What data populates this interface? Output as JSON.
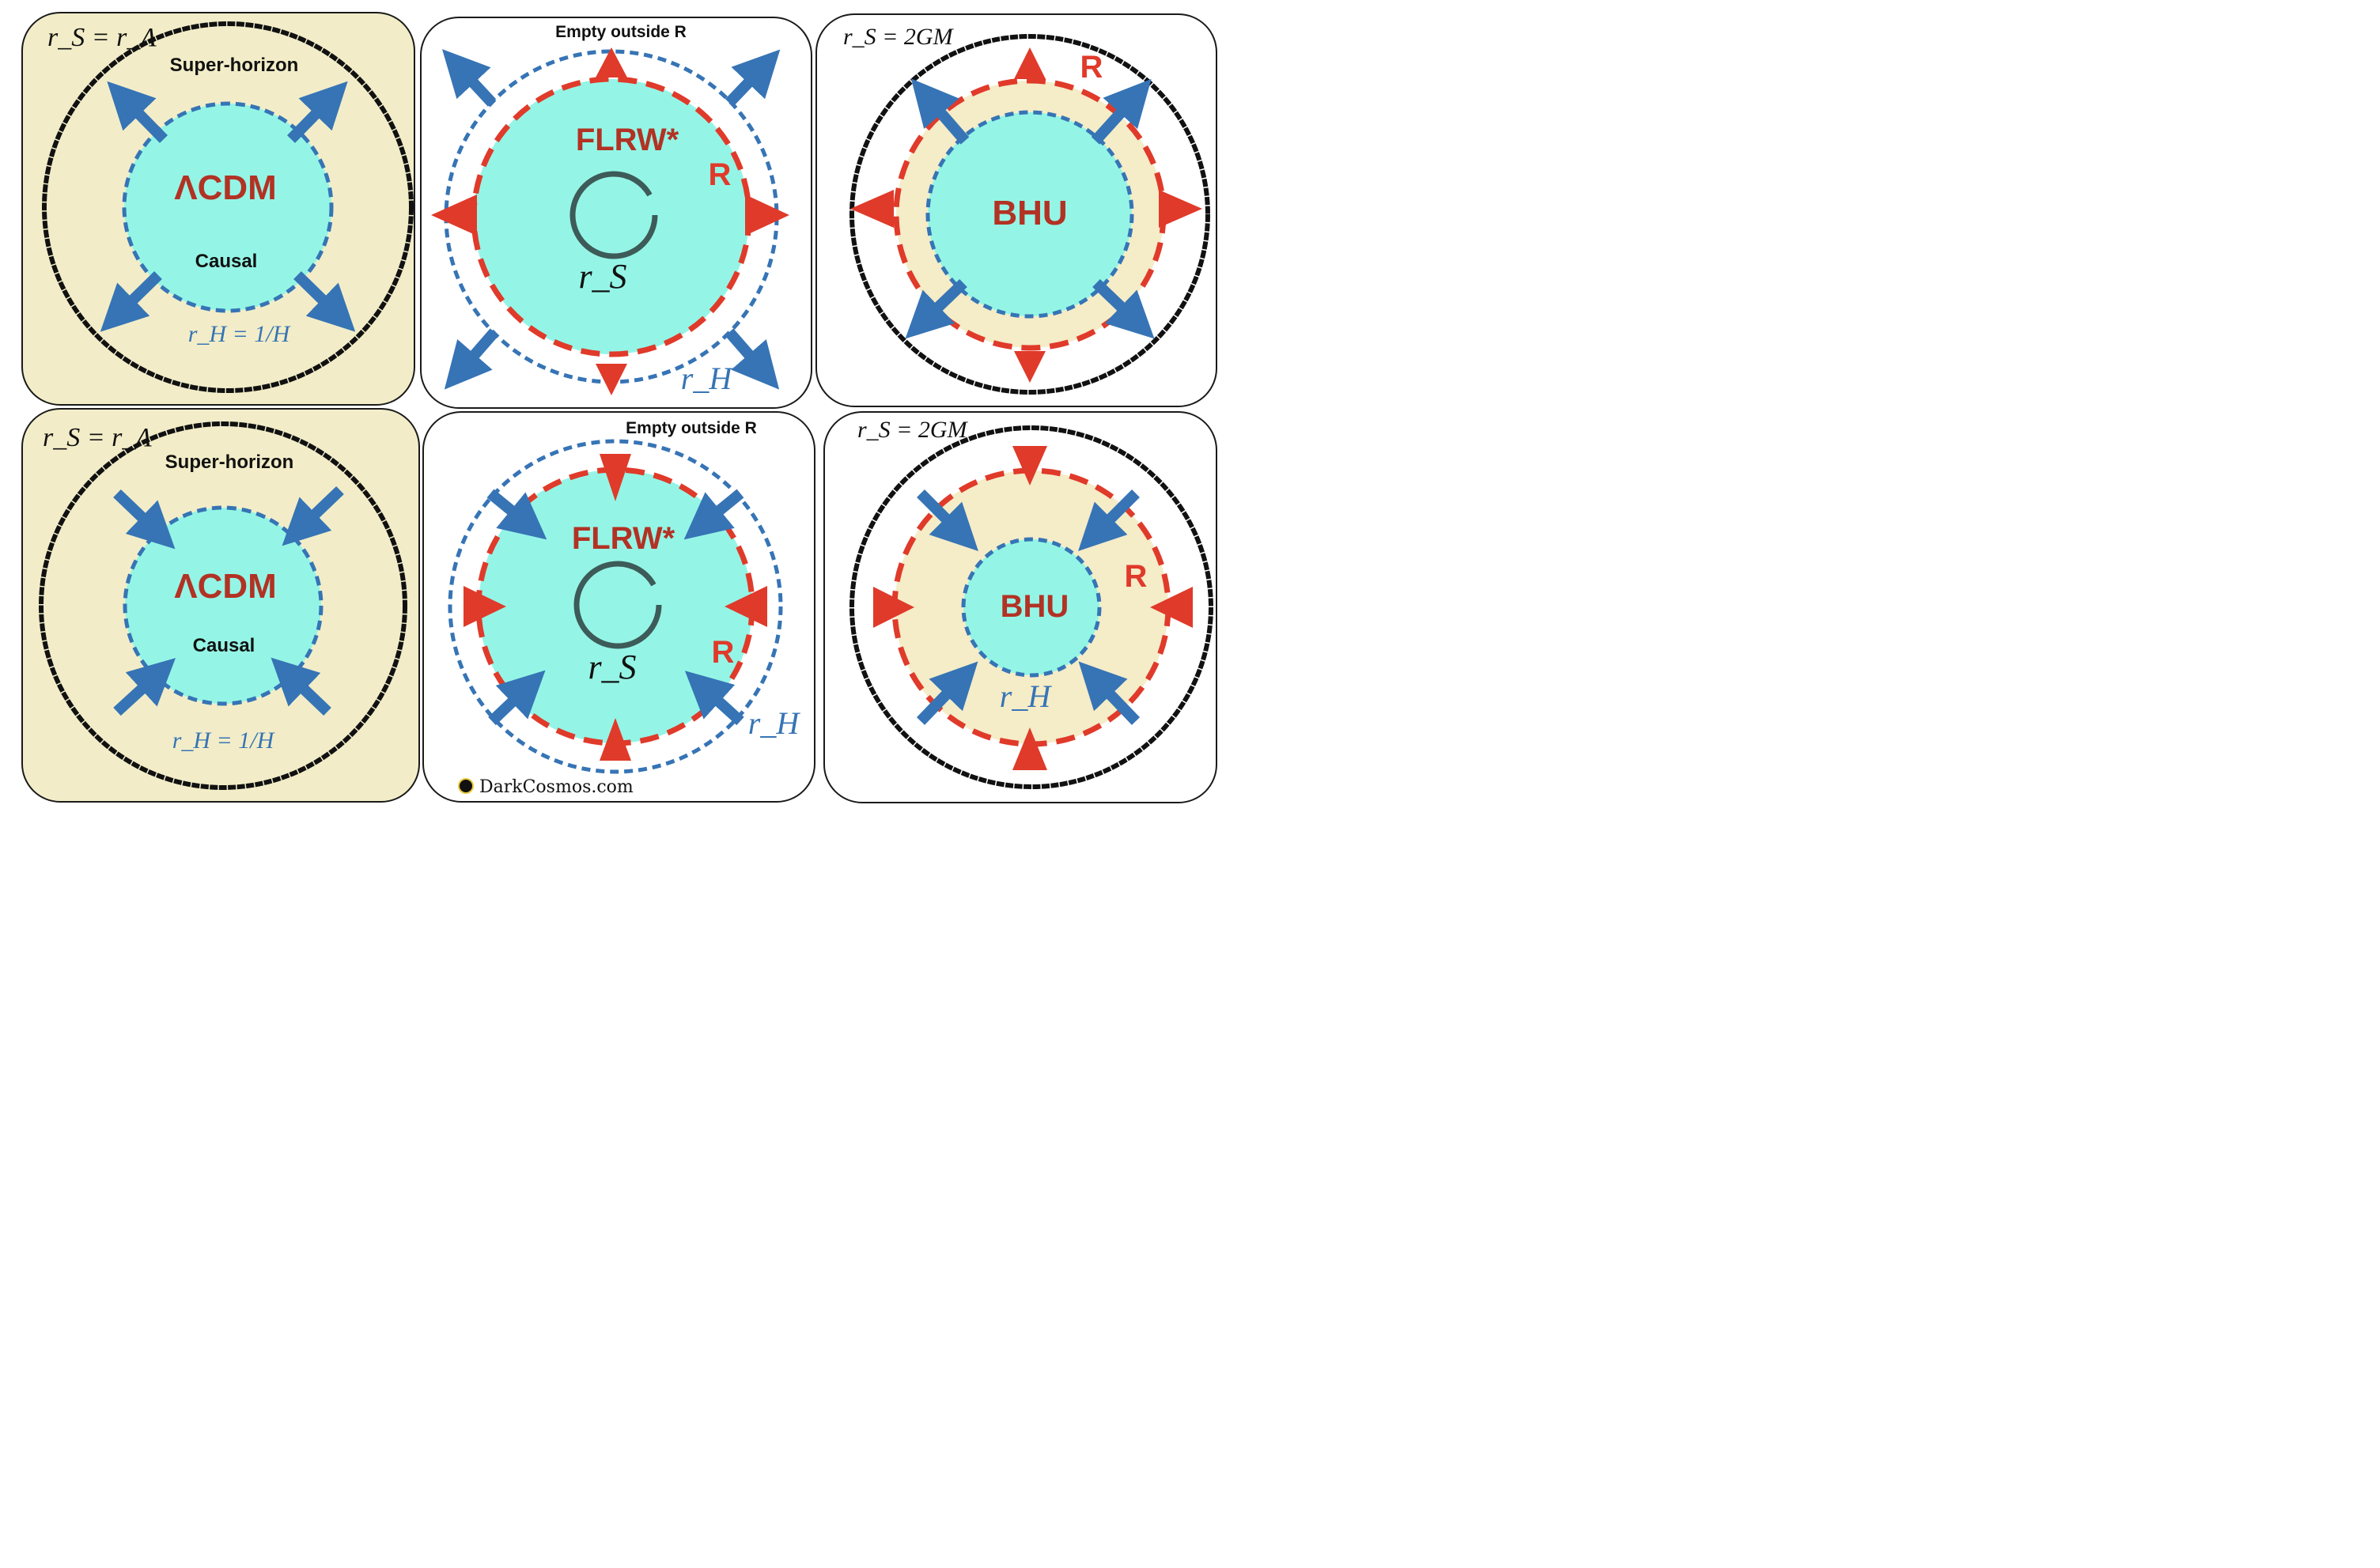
{
  "colors": {
    "panel_cream": "#f2edc8",
    "panel_border": "#1a1a1a",
    "cyan": "#94f5e6",
    "cream": "#f5ecc8",
    "blue": "#3674b5",
    "red": "#e03a2a",
    "dark_red": "#b23224",
    "black": "#111111",
    "ring_gray": "#3d5b58"
  },
  "panels": {
    "lcdm_expand": {
      "corner_label": "r_S = r_Λ",
      "region_label": "Super-horizon",
      "title": "ΛCDM",
      "inner_label": "Causal",
      "horizon_label": "r_H = 1/H",
      "arrow_direction": "outward"
    },
    "flrw_expand": {
      "top_label": "Empty outside R",
      "title": "FLRW*",
      "r_label": "R",
      "rs_label": "r_S",
      "rh_label": "r_H",
      "arrow_direction": "outward"
    },
    "bhu_expand": {
      "corner_label": "r_S = 2GM",
      "title": "BHU",
      "r_label": "R",
      "arrow_direction": "outward"
    },
    "lcdm_collapse": {
      "corner_label": "r_S = r_Λ",
      "region_label": "Super-horizon",
      "title": "ΛCDM",
      "inner_label": "Causal",
      "horizon_label": "r_H = 1/H",
      "arrow_direction": "inward"
    },
    "flrw_collapse": {
      "top_label": "Empty outside R",
      "title": "FLRW*",
      "r_label": "R",
      "rs_label": "r_S",
      "rh_label": "r_H",
      "arrow_direction": "inward"
    },
    "bhu_collapse": {
      "corner_label": "r_S = 2GM",
      "title": "BHU",
      "r_label": "R",
      "rh_label": "r_H",
      "arrow_direction": "inward"
    }
  },
  "credit": {
    "text": "DarkCosmos.com",
    "icon": "black-hole-icon"
  }
}
